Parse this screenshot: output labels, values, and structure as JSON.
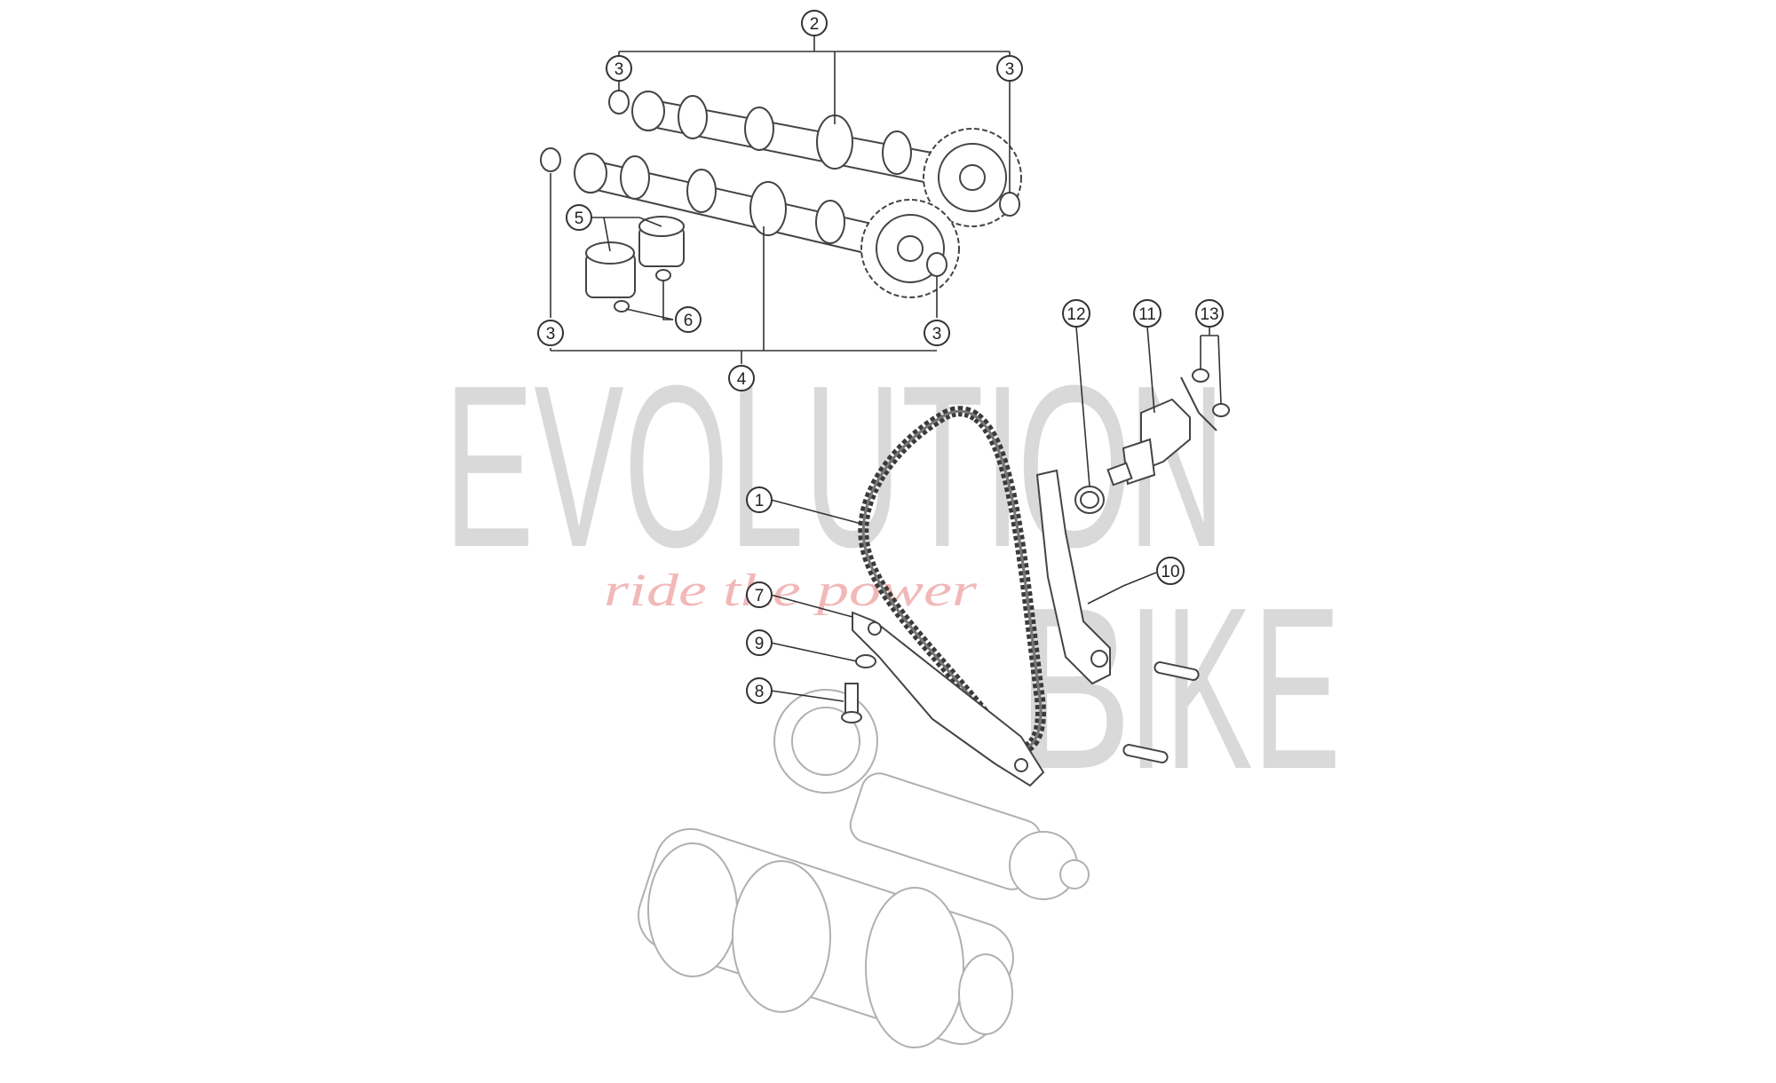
{
  "watermark": {
    "text_left": "EVOLUTI",
    "text_o": "O",
    "text_n": "N",
    "text_b": "B",
    "text_ike": "IKE",
    "tagline": "ride the power"
  },
  "callouts": [
    {
      "id": "c1",
      "label": "1"
    },
    {
      "id": "c2",
      "label": "2"
    },
    {
      "id": "c3a",
      "label": "3"
    },
    {
      "id": "c3b",
      "label": "3"
    },
    {
      "id": "c3c",
      "label": "3"
    },
    {
      "id": "c3d",
      "label": "3"
    },
    {
      "id": "c4",
      "label": "4"
    },
    {
      "id": "c5",
      "label": "5"
    },
    {
      "id": "c6",
      "label": "6"
    },
    {
      "id": "c7",
      "label": "7"
    },
    {
      "id": "c8",
      "label": "8"
    },
    {
      "id": "c9",
      "label": "9"
    },
    {
      "id": "c10",
      "label": "10"
    },
    {
      "id": "c11",
      "label": "11"
    },
    {
      "id": "c12",
      "label": "12"
    },
    {
      "id": "c13",
      "label": "13"
    }
  ],
  "colors": {
    "watermark_gray": "#d9d9d9",
    "watermark_tagline": "#f2b8b8",
    "line": "#333333"
  }
}
